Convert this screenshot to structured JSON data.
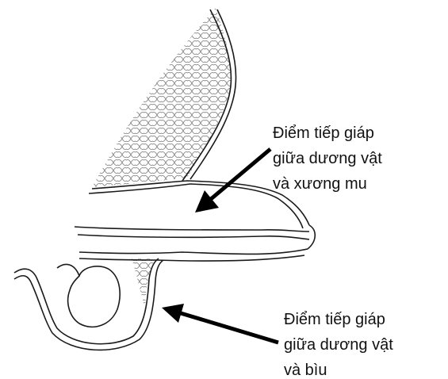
{
  "annotations": {
    "top": {
      "lines": [
        "Điểm tiếp giáp",
        "giữa dương vật",
        "và xương mu"
      ]
    },
    "bottom": {
      "lines": [
        "Điểm tiếp giáp",
        "giữa dương vật",
        "và bìu"
      ]
    }
  },
  "colors": {
    "outline": "#1a1a1a",
    "fat_tissue": "#8a8a8a",
    "fat_fill": "#f2f2f2",
    "arrow": "#000000"
  }
}
